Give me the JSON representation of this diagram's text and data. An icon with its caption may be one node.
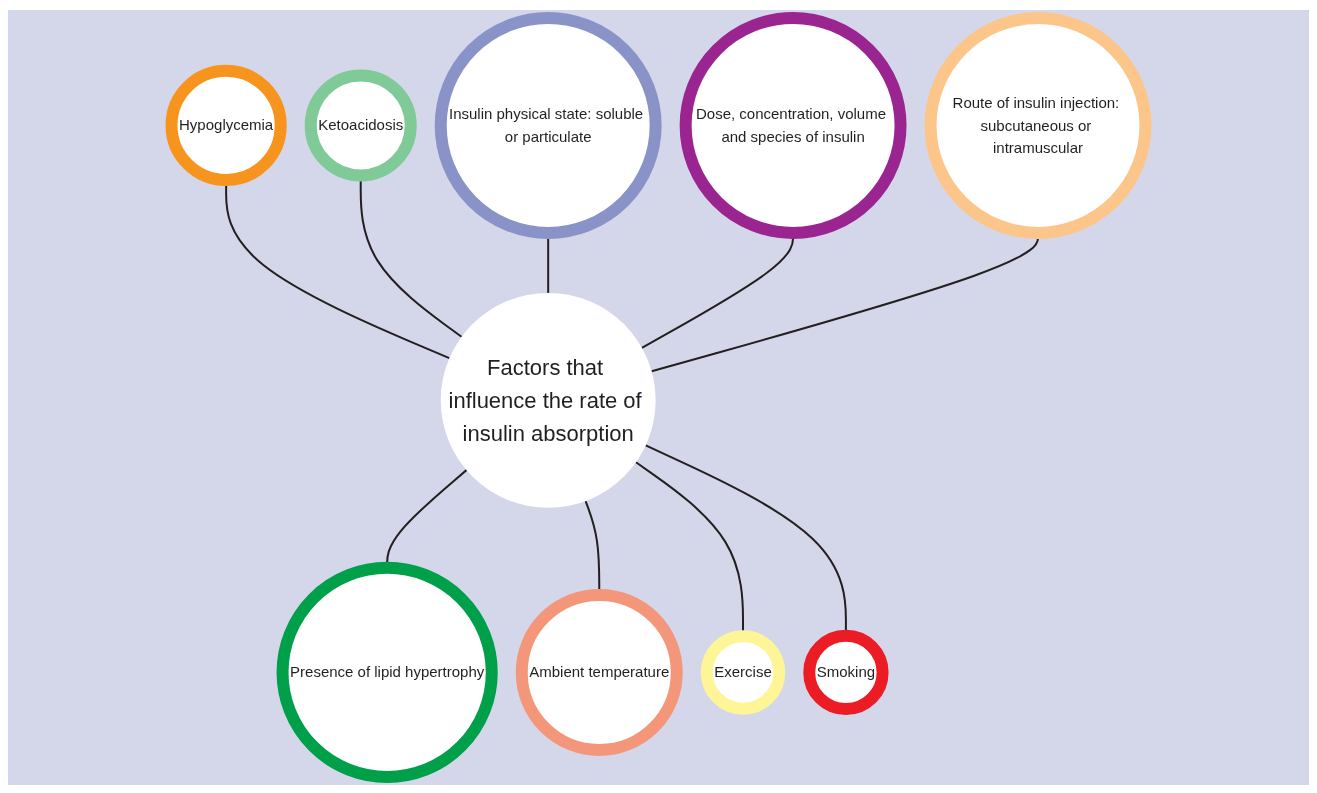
{
  "diagram": {
    "nodes": [
      {
        "text": [
          "Factors that influence the rate of insulin absorption"
        ]
      },
      {
        "text": [
          "Hypoglycemia"
        ]
      },
      {
        "text": [
          "Ketoacidosis"
        ]
      },
      {
        "text": [
          "Insulin physical state: soluble or particulate"
        ]
      },
      {
        "text": [
          "Dose, concentration, volume and species of insulin"
        ]
      },
      {
        "text": [
          "Route of insulin injection: subcutaneous or intramuscular"
        ]
      },
      {
        "text": [
          "Presence of lipid hypertrophy"
        ]
      },
      {
        "text": [
          "Ambient temperature"
        ]
      },
      {
        "text": [
          "Exercise"
        ]
      },
      {
        "text": [
          "Smoking"
        ]
      }
    ],
    "edges": [
      {
        "from": 1,
        "to": 0,
        "arrow": "none"
      },
      {
        "from": 2,
        "to": 0,
        "arrow": "none"
      },
      {
        "from": 3,
        "to": 0,
        "arrow": "none"
      },
      {
        "from": 4,
        "to": 0,
        "arrow": "none"
      },
      {
        "from": 5,
        "to": 0,
        "arrow": "none"
      },
      {
        "from": 0,
        "to": 6,
        "arrow": "none"
      },
      {
        "from": 0,
        "to": 7,
        "arrow": "none"
      },
      {
        "from": 0,
        "to": 8,
        "arrow": "none"
      },
      {
        "from": 0,
        "to": 9,
        "arrow": "none"
      }
    ]
  }
}
